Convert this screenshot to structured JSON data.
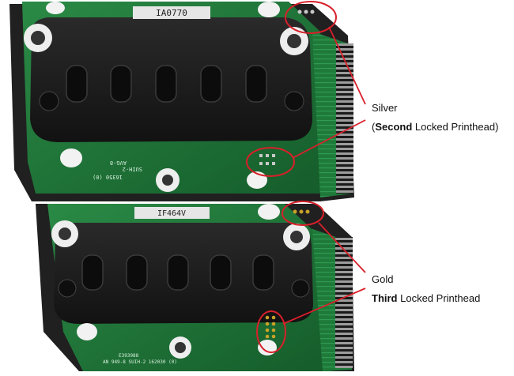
{
  "top_board": {
    "serial_label": "IA0770",
    "silkscreen_text_1": "16350 (0)",
    "silkscreen_text_2": "SUIH-2",
    "silkscreen_text_3": "AVG-8",
    "annotation": {
      "line1": "Silver",
      "line2_bold": "Second",
      "line2_rest": " Locked Printhead)",
      "line2_prefix": "("
    }
  },
  "bottom_board": {
    "serial_label": "IF464V",
    "silkscreen_text_1": "E393988",
    "silkscreen_text_2": "AN 949-8 SUIH-2 162030 (0)",
    "annotation": {
      "line1": "Gold",
      "line2_bold": "Third",
      "line2_rest": " Locked Printhead"
    }
  },
  "colors": {
    "pcb_green": "#1f7a3a",
    "pcb_dark": "#15592a",
    "rubber_black": "#1b1b1b",
    "highlight_red": "#d8202a",
    "contact_silver": "#c8c8c8",
    "contact_gold": "#c9a227"
  }
}
